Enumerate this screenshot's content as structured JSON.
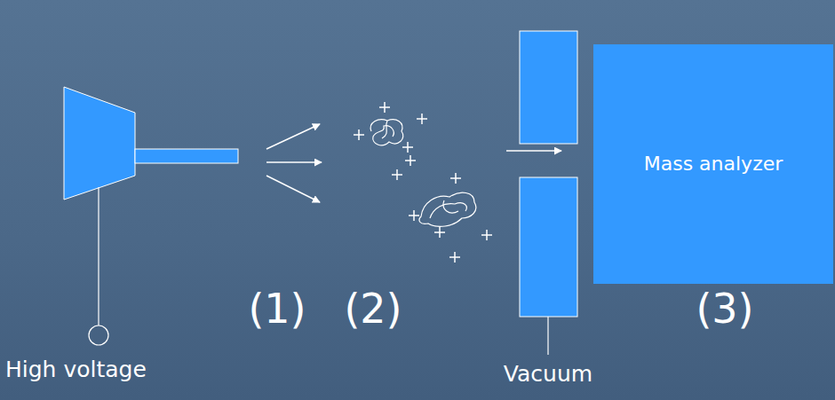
{
  "diagram": {
    "nodes": [
      {
        "text": [
          "Mass analyzer"
        ]
      }
    ],
    "labels": [
      "(1)",
      "(2)",
      "(3)",
      "High voltage",
      "Vacuum"
    ]
  }
}
